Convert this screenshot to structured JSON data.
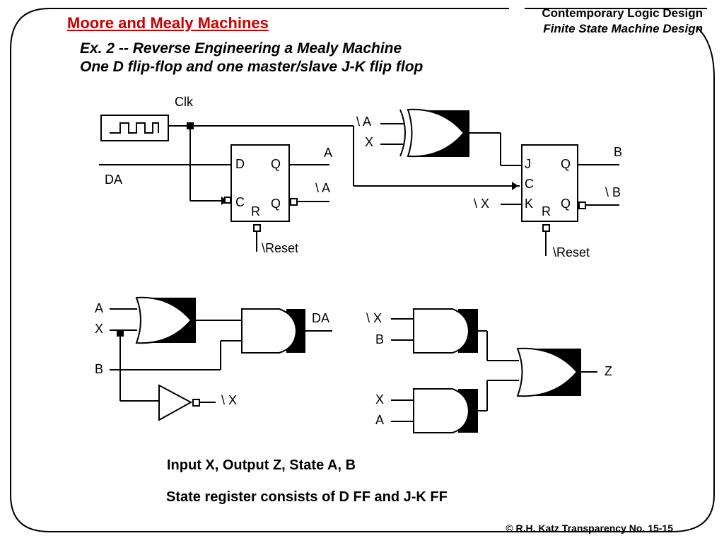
{
  "header": {
    "title": "Moore and Mealy Machines",
    "course_line1": "Contemporary Logic Design",
    "course_line2": "Finite State Machine Design",
    "subtitle_line1": "Ex. 2 -- Reverse Engineering a Mealy Machine",
    "subtitle_line2": "One D flip-flop and one master/slave J-K flip flop"
  },
  "diagram": {
    "clk": "Clk",
    "d_ff": {
      "d": "D",
      "q": "Q",
      "c": "C",
      "qn": "Q",
      "r": "R",
      "out_q": "A",
      "out_qn": "\\ A",
      "in_d": "DA",
      "reset": "\\Reset"
    },
    "jk_ff": {
      "j": "J",
      "q": "Q",
      "c": "C",
      "k": "K",
      "qn": "Q",
      "r": "R",
      "out_q": "B",
      "out_qn": "\\ B",
      "in_k": "\\ X",
      "reset": "\\Reset"
    },
    "xor_inputs": {
      "a": "\\ A",
      "b": "X"
    },
    "logic_left": {
      "a": "A",
      "x": "X",
      "b": "B",
      "out": "DA",
      "inv_out": "\\ X"
    },
    "logic_right": {
      "nx": "\\ X",
      "b": "B",
      "x": "X",
      "a": "A",
      "out": "Z"
    }
  },
  "captions": {
    "line1": "Input X, Output Z, State A, B",
    "line2": "State register consists of D FF and J-K FF"
  },
  "footer": "© R.H. Katz   Transparency No. 15-15"
}
